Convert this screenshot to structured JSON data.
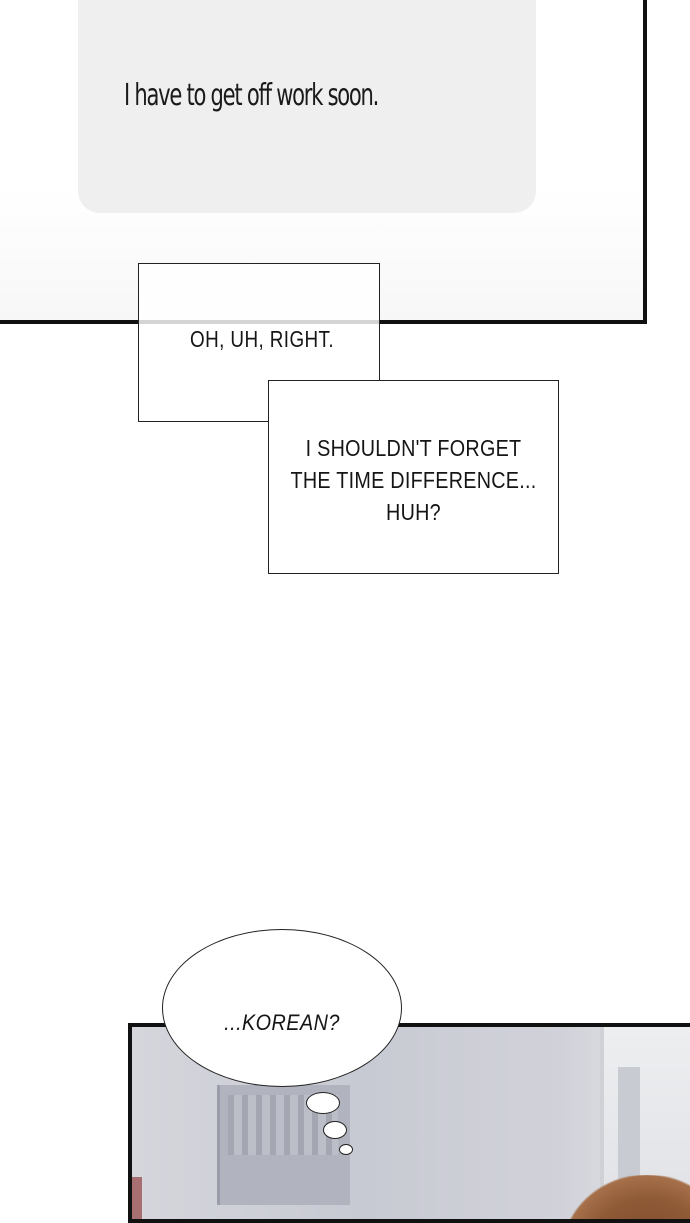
{
  "panel_top": {
    "message": "I have to get off work soon."
  },
  "captions": {
    "first": "OH, UH, RIGHT.",
    "second": [
      "I SHOULDN'T FORGET",
      "THE TIME DIFFERENCE...",
      "HUH?"
    ]
  },
  "speech_bubble": {
    "text": "...KOREAN?"
  },
  "colors": {
    "panel_border": "#111111",
    "message_bg": "#efefef",
    "hair": "#8f5a36"
  }
}
